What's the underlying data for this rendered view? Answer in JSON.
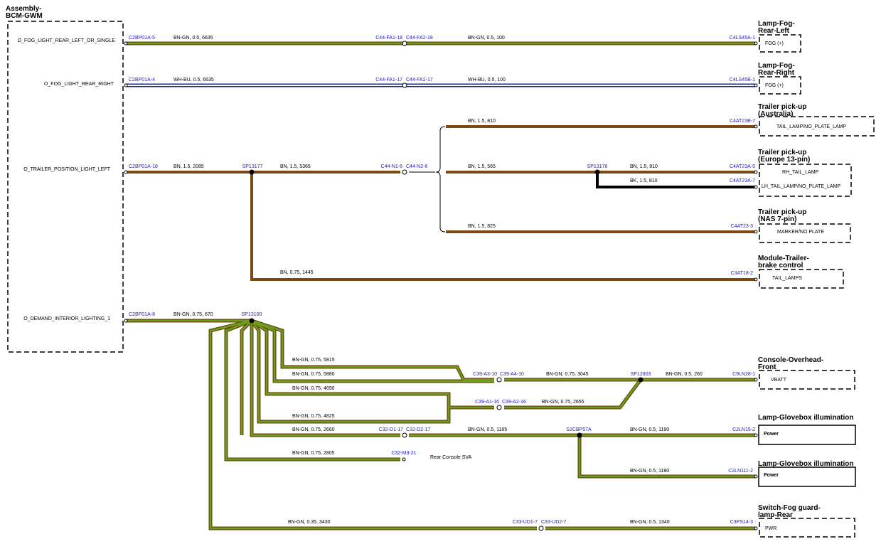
{
  "assembly": {
    "title_line1": "Assembly-",
    "title_line2": "BCM-GWM",
    "pins": {
      "fog_left": "O_FOG_LIGHT_REAR_LEFT_OR_SINGLE",
      "fog_right": "O_FOG_LIGHT_REAR_RIGHT",
      "trailer": "O_TRAILER_POSITION_LIGHT_LEFT",
      "demand": "O_DEMAND_INTERIOR_LIGHTING_1"
    }
  },
  "components": {
    "fog_left": {
      "title_line1": "Lamp-Fog-",
      "title_line2": "Rear-Left",
      "pin": "FOG (+)"
    },
    "fog_right": {
      "title_line1": "Lamp-Fog-",
      "title_line2": "Rear-Right",
      "pin": "FOG (+)"
    },
    "trailer_au": {
      "title_line1": "Trailer pick-up",
      "title_line2": "(Australia)",
      "pin": "TAIL_LAMP/NO_PLATE_LAMP"
    },
    "trailer_eu": {
      "title_line1": "Trailer pick-up",
      "title_line2": "(Europe 13-pin)",
      "pin1": "RH_TAIL_LAMP",
      "pin2": "LH_TAIL_LAMP/NO_PLATE_LAMP"
    },
    "trailer_nas": {
      "title_line1": "Trailer pick-up",
      "title_line2": "(NAS 7-pin)",
      "pin": "MARKER/NO PLATE"
    },
    "brake_ctrl": {
      "title_line1": "Module-Trailer-",
      "title_line2": "brake control",
      "pin": "TAIL_LAMPS"
    },
    "console": {
      "title_line1": "Console-Overhead-",
      "title_line2": "Front",
      "pin": "VBATT"
    },
    "glovebox1": {
      "title": "Lamp-Glovebox illumination",
      "pin": "Power"
    },
    "glovebox2": {
      "title": "Lamp-Glovebox illumination",
      "pin": "Power"
    },
    "fog_switch": {
      "title_line1": "Switch-Fog guard-",
      "title_line2": "lamp-Rear",
      "pin": "PWR"
    }
  },
  "connectors": {
    "c2bp01a_5": "C2BP01A-5",
    "c2bp01a_4": "C2BP01A-4",
    "c2bp01a_18": "C2BP01A-18",
    "c2bp01a_8": "C2BP01A-8",
    "c44_fa1_18": "C44-FA1-18",
    "c44_fa2_18": "C44-FA2-18",
    "c44_fa1_17": "C44-FA1-17",
    "c44_fa2_17": "C44-FA2-17",
    "c4ls45a_1": "C4LS45A-1",
    "c4ls45b_1": "C4LS45B-1",
    "sp13177": "SP13177",
    "c44_n1_6": "C44-N1-6",
    "c44_n2_6": "C44-N2-6",
    "c4at23b_7": "C4AT23B-7",
    "sp13176": "SP13176",
    "c4at23a_5": "C4AT23A-5",
    "c4at23a_7": "C4AT23A-7",
    "c4at23_3": "C4AT23-3",
    "c3at18_2": "C3AT18-2",
    "sp13100": "SP13100",
    "c39_a3_10": "C39-A3-10",
    "c39_a4_10": "C39-A4-10",
    "sp12803": "SP12803",
    "c9ln28_1": "C9LN28-1",
    "c39_a1_16": "C39-A1-16",
    "c39_a2_16": "C39-A2-16",
    "c32_d1_17": "C32-D1-17",
    "c32_d2_17": "C32-D2-17",
    "s2cbp57a": "S2CBP57A",
    "c2ln15_2": "C2LN15-2",
    "c2ln111_2": "C2LN111-2",
    "c32_m3_21": "C32-M3-21",
    "c33_ud1_7": "C33-UD1-7",
    "c33_ud2_7": "C33-UD2-7",
    "c3ps14_3": "C3PS14-3"
  },
  "wires": {
    "fog_l_a": "BN-GN,  0.5,  6635",
    "fog_l_b": "BN-GN,  0.5,  100",
    "fog_r_a": "WH-BU,  0.5,  6635",
    "fog_r_b": "WH-BU,  0.5,  100",
    "tr_a": "BN,  1.5,  2085",
    "tr_b": "BN,  1.5,  5365",
    "tr_au": "BN,  1.5,  810",
    "tr_eu_a": "BN,  1.5,  565",
    "tr_eu_b": "BN,  1.5,  810",
    "tr_eu_c": "BK,  1.5,  810",
    "tr_nas": "BN,  1.5,  825",
    "tr_brake": "BN,  0.75,  1445",
    "dm_a": "BN-GN,  0.75,  670",
    "dm_1": "BN-GN,  0.75,  5815",
    "dm_2": "BN-GN,  0.75,  5880",
    "dm_3": "BN-GN,  0.75,  4690",
    "dm_4": "BN-GN,  0.75,  4825",
    "dm_5": "BN-GN,  0.75,  2660",
    "dm_6": "BN-GN,  0.75,  2805",
    "dm_7": "BN-GN,  0.35,  3430",
    "con_a": "BN-GN,  0.75,  3045",
    "con_b": "BN-GN,  0.5,  260",
    "con_c": "BN-GN,  0.75,  2655",
    "gb_a": "BN-GN,  0.5,  1165",
    "gb_b": "BN-GN,  0.5,  1190",
    "gb_c": "BN-GN,  0.5,  1180",
    "sw_a": "BN-GN,  0.5,  1340"
  },
  "notes": {
    "rear_console": "Rear Console SVA"
  },
  "colors": {
    "brown": "#7a4a12",
    "green": "#6b9e1a",
    "white": "#ffffff",
    "blue": "#1e2a8c",
    "black": "#000000",
    "connector_text": "#1a1acc"
  }
}
